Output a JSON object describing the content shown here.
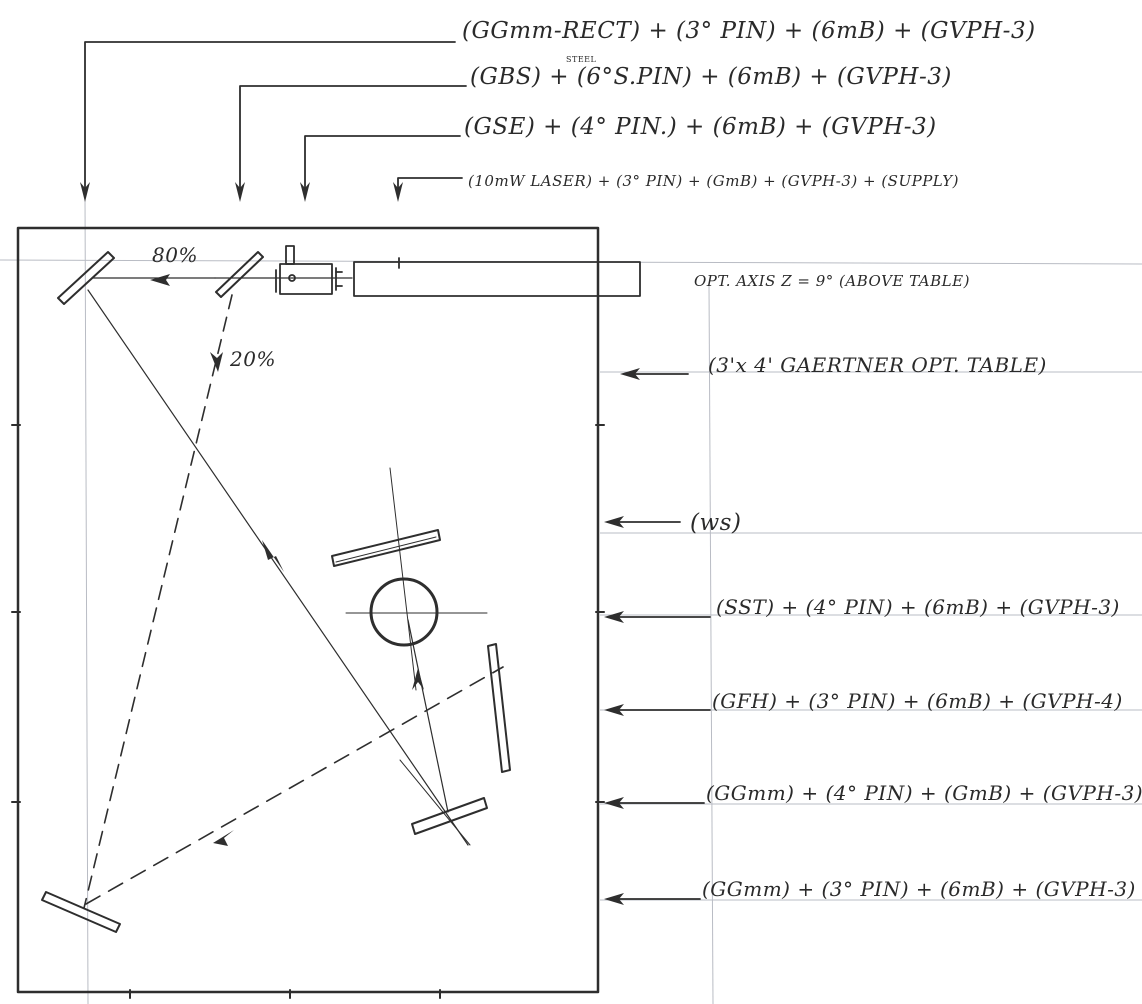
{
  "labels": {
    "top_1": "(GGmm-RECT) + (3° PIN) + (6mB) + (GVPH-3)",
    "top_2": "(GBS) + (6°S.PIN) + (6mB) + (GVPH-3)",
    "top_2_note": "STEEL",
    "top_3": "(GSE) + (4° PIN.) + (6mB) + (GVPH-3)",
    "top_4": "(10mW LASER) + (3° PIN) + (GmB) + (GVPH-3) + (SUPPLY)",
    "opt_axis": "OPT. AXIS  Z = 9° (ABOVE TABLE)",
    "table": "(3'x 4' GAERTNER OPT. TABLE)",
    "ws": "(ws)",
    "sst": "(SST) + (4° PIN) + (6mB) + (GVPH-3)",
    "gfh": "(GFH) + (3° PIN) + (6mB) + (GVPH-4)",
    "ggmm_1": "(GGmm) + (4° PIN) + (GmB) + (GVPH-3)",
    "ggmm_2": "(GGmm) + (3° PIN) + (6mB) + (GVPH-3)",
    "pct_80": "80%",
    "pct_20": "20%"
  }
}
